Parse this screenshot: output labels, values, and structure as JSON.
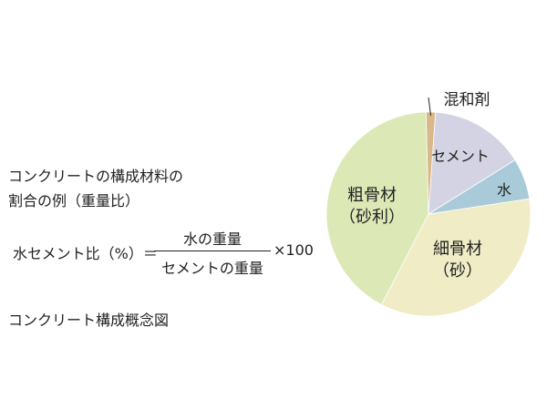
{
  "caption": {
    "line1": "コンクリートの構成材料の",
    "line2": "割合の例（重量比）"
  },
  "formula": {
    "lhs": "水セメント比（%）＝",
    "numerator": "水の重量",
    "denominator": "セメントの重量",
    "multiplier": "×100"
  },
  "diagram_title": "コンクリート構成概念図",
  "chart_data": {
    "type": "pie",
    "title": "",
    "slices": [
      {
        "label": "混和剤",
        "value": 1.5,
        "color": "#d9b98a"
      },
      {
        "label": "セメント",
        "value": 15,
        "color": "#d3d3e3"
      },
      {
        "label": "水",
        "value": 6.5,
        "color": "#a9cbd9"
      },
      {
        "label": "細骨材\n（砂）",
        "value": 35,
        "color": "#efecc6"
      },
      {
        "label": "粗骨材\n（砂利）",
        "value": 42,
        "color": "#dde8b7"
      }
    ]
  }
}
